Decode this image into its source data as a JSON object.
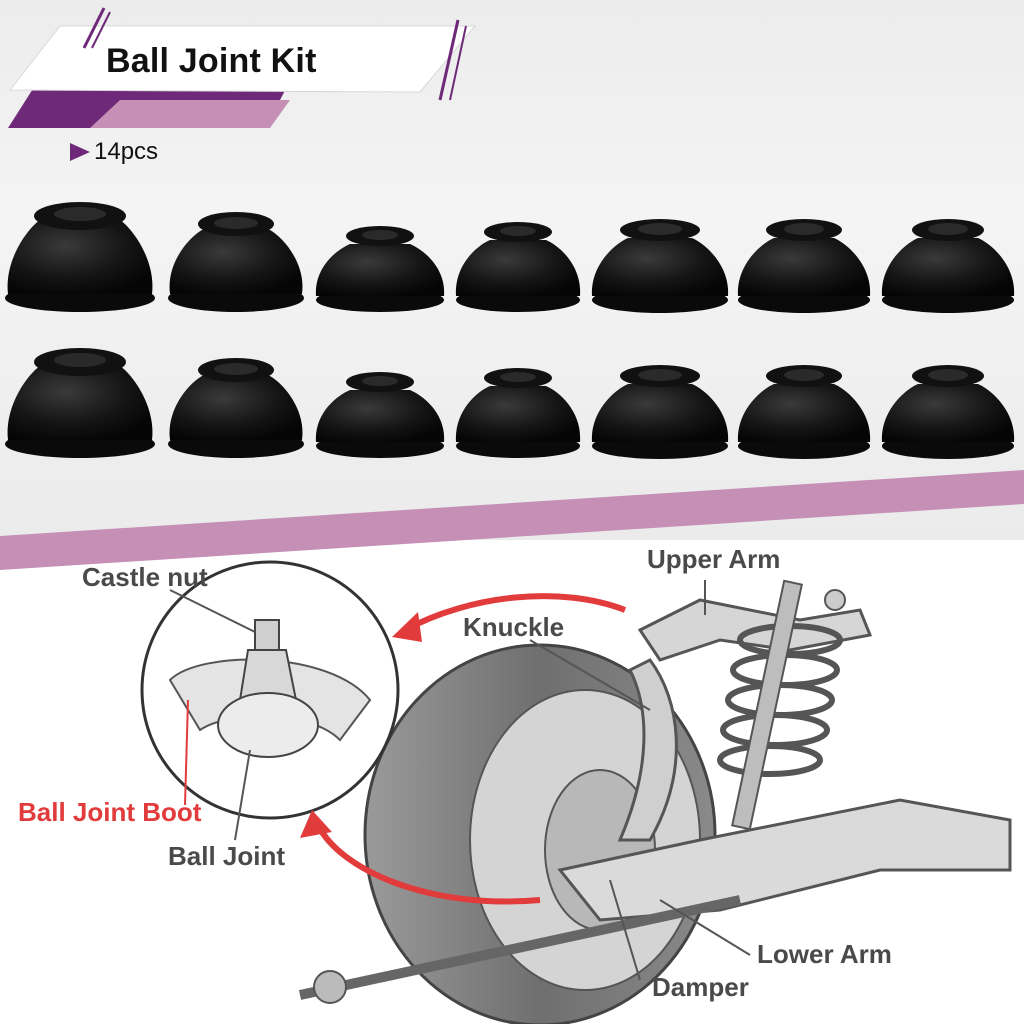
{
  "title": "Ball Joint Kit",
  "count": "14pcs",
  "labels": {
    "castle_nut": "Castle nut",
    "upper_arm": "Upper Arm",
    "knuckle": "Knuckle",
    "ball_joint_boot": "Ball Joint Boot",
    "ball_joint": "Ball Joint",
    "lower_arm": "Lower Arm",
    "damper": "Damper"
  },
  "colors": {
    "accent": "#6e2a78",
    "band": "#c58fb6",
    "highlight": "#e23b3b"
  },
  "icons": [
    "triangle-bullet-icon",
    "curved-arrow-icon"
  ]
}
